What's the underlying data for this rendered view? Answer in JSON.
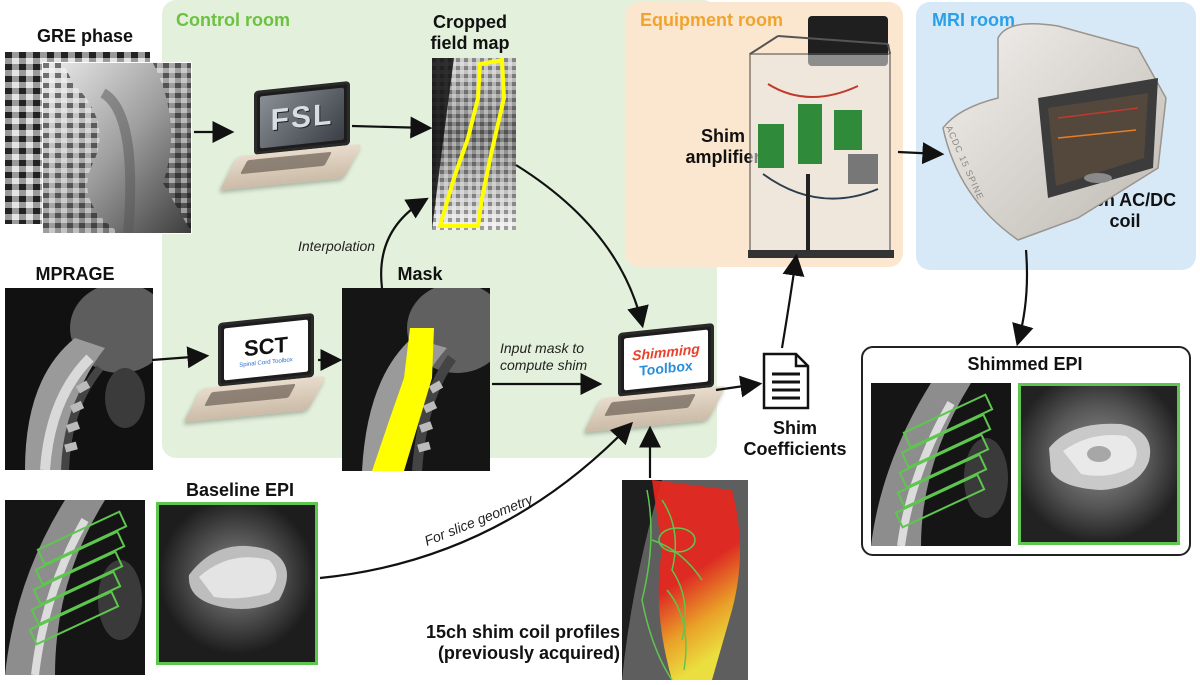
{
  "regions": {
    "control_room": "Control room",
    "equipment_room": "Equipment room",
    "mri_room": "MRI room"
  },
  "labels": {
    "gre_phase": "GRE phase",
    "mprage": "MPRAGE",
    "cropped_field_map": "Cropped\nfield map",
    "mask": "Mask",
    "baseline_epi": "Baseline EPI",
    "shim_amplifier": "Shim\namplifier",
    "shim_coefficients": "Shim\nCoefficients",
    "coil_15ch": "15ch AC/DC\ncoil",
    "shimmed_epi": "Shimmed EPI",
    "shim_coil_profiles": "15ch shim coil profiles\n(previously acquired)"
  },
  "annotations": {
    "interpolation": "Interpolation",
    "input_mask": "Input mask to\ncompute shim",
    "slice_geometry": "For slice geometry"
  },
  "software": {
    "fsl": "FSL",
    "sct": "SCT",
    "sct_sub": "Spinal Cord Toolbox",
    "shimming_line1": "Shimming",
    "shimming_line2": "Toolbox"
  },
  "coil_engraving": "ACDC 15 SPINE",
  "colors": {
    "control_room_bg": "#e3f1dc",
    "control_room_title": "#6cc140",
    "equipment_room_bg": "#fbe7cf",
    "equipment_room_title": "#f0a42e",
    "mri_room_bg": "#d7e8f7",
    "mri_room_title": "#2aa0e8",
    "mask_yellow": "#ffff00",
    "epi_border_green": "#5ec64f"
  }
}
